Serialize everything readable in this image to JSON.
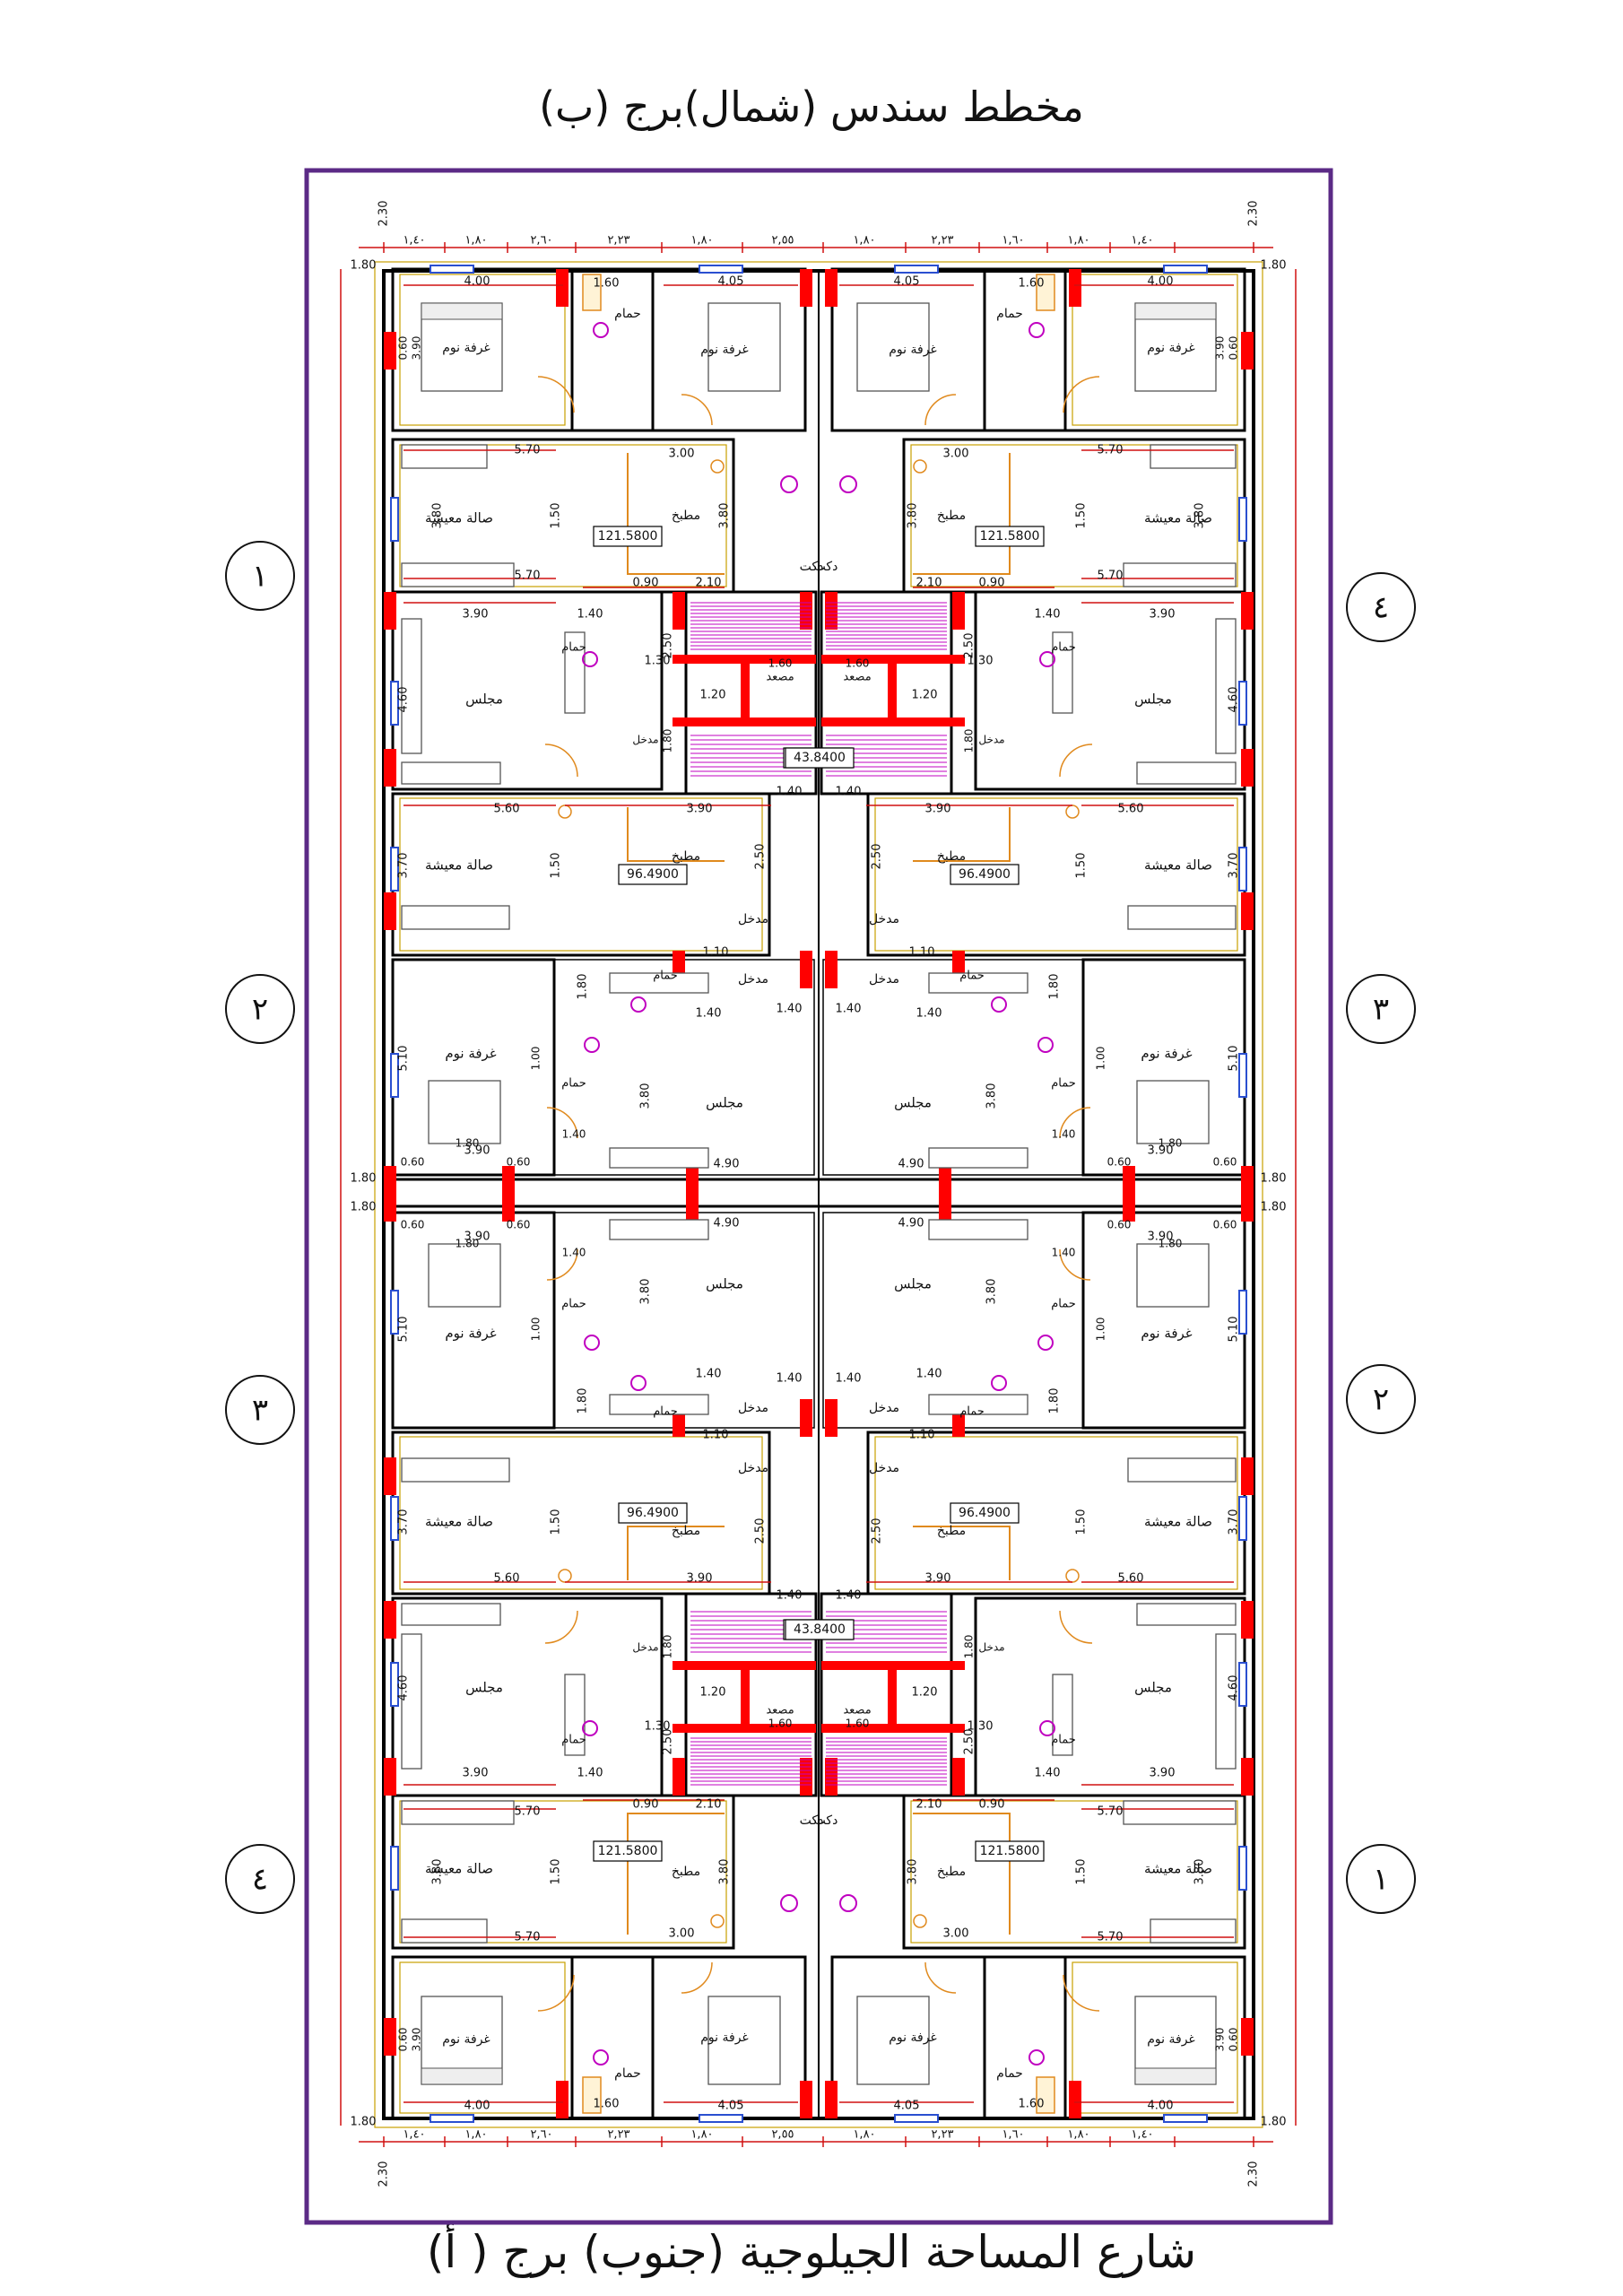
{
  "title_top": "مخطط سندس (شمال)برج (ب)",
  "title_bottom": "شارع المساحة الجيلوجية (جنوب) برج ( أ)",
  "circle_labels": {
    "left": [
      "١",
      "٢",
      "٣",
      "٤"
    ],
    "right": [
      "٤",
      "٣",
      "٢",
      "١"
    ]
  },
  "rooms": {
    "bedroom": "غرفة نوم",
    "bath": "حمام",
    "living": "صالة معيشة",
    "kitchen": "مطبخ",
    "majlis": "مجلس",
    "entrance": "مدخل",
    "elevator": "مصعد",
    "duct": "دكت"
  },
  "areas": {
    "unit_a": "121.5800",
    "unit_b": "96.4900",
    "core": "43.8400"
  },
  "dims": {
    "d400": "4.00",
    "d405": "4.05",
    "d160": "1.60",
    "d390": "3.90",
    "d570": "5.70",
    "d300": "3.00",
    "d380": "3.80",
    "d140": "1.40",
    "d130": "1.30",
    "d250": "2.50",
    "d120": "1.20",
    "d460": "4.60",
    "d560": "5.60",
    "d370": "3.70",
    "d510": "5.10",
    "d180": "1.80",
    "d490": "4.90",
    "d090": "0.90",
    "d210": "2.10",
    "d110": "1.10",
    "d150": "1.50",
    "d060": "0.60",
    "d100": "1.00",
    "d230": "2.30",
    "top_row": [
      "١,٤٠",
      "١,٨٠",
      "٢,٦٠",
      "٢,٢٣",
      "١,٨٠",
      "٢,٥٥",
      "١,٨٠",
      "٢,٢٣",
      "١,٦٠",
      "١,٨٠",
      "١,٤٠"
    ]
  },
  "colors": {
    "frame": "#5b2a86",
    "wall": "#000000",
    "column": "#ff0000",
    "dim": "#d01010",
    "inner": "#c8a000",
    "furniture": "#555555",
    "fixture": "#c000c0",
    "window": "#2a4fd0",
    "door": "#e08a1e"
  }
}
